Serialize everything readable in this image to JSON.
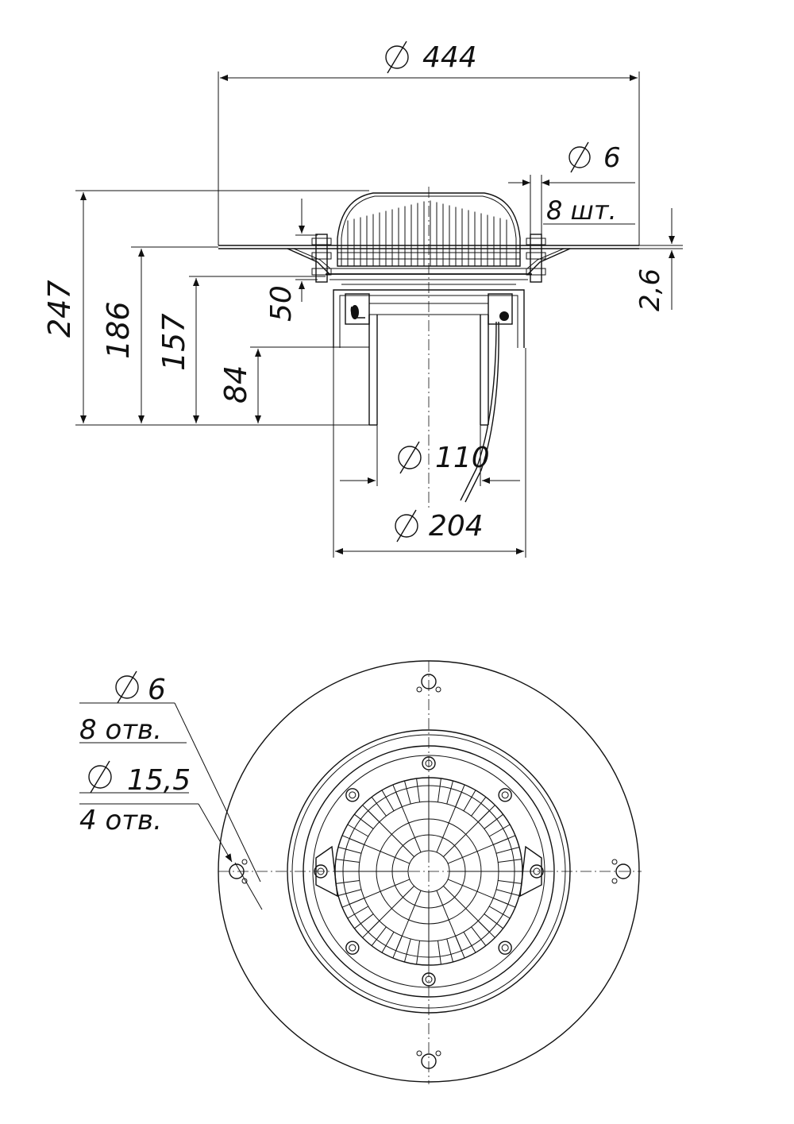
{
  "dimensions": {
    "top_flange_diameter": "444",
    "bolt_hole_diameter_top": "6",
    "bolt_count_top": "8 шт.",
    "flange_thickness": "2,6",
    "total_height": "247",
    "height_flange": "186",
    "height_collar": "157",
    "height_pipe": "84",
    "height_grate_gap": "50",
    "pipe_diameter": "110",
    "body_diameter": "204",
    "plan_small_hole_diameter": "6",
    "plan_small_hole_count": "8 отв.",
    "plan_large_hole_diameter": "15,5",
    "plan_large_hole_count": "4 отв."
  },
  "symbols": {
    "diameter": "diameter-symbol"
  }
}
